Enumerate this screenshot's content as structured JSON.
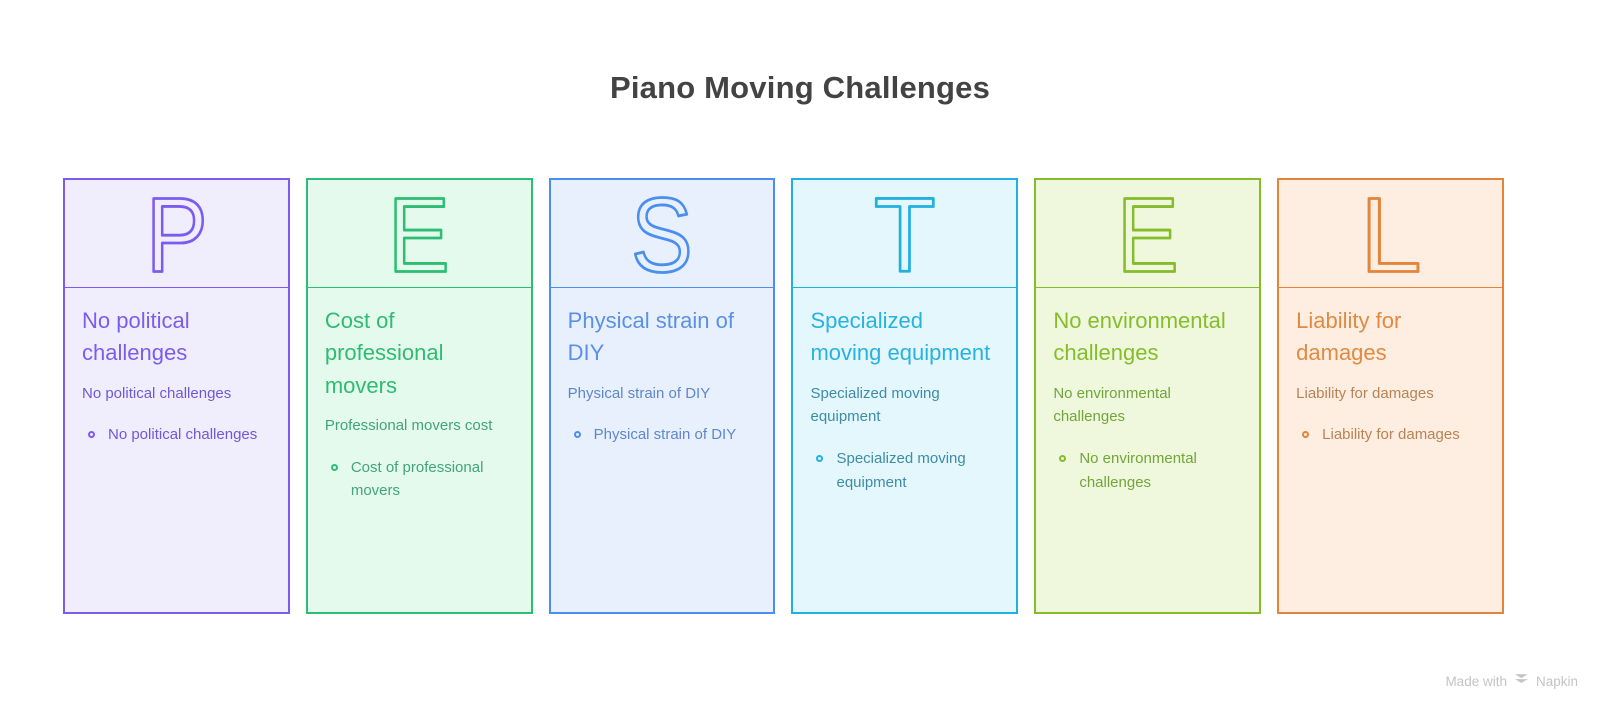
{
  "header": {
    "title": "Piano Moving Challenges"
  },
  "footer": {
    "made_with": "Made with",
    "brand": "Napkin",
    "logo_icon": "napkin-logo-icon",
    "color": "#c4c4c4"
  },
  "cards": [
    {
      "letter": "P",
      "title": "No political challenges",
      "description": "No political challenges",
      "bullets": [
        "No political challenges"
      ],
      "accent": "#7c5cf0",
      "accent_text": "#7b5cf0",
      "body_text": "#7158d6",
      "bg": "#f0edfd"
    },
    {
      "letter": "E",
      "title": "Cost of professional movers",
      "description": "Professional movers cost",
      "bullets": [
        "Cost of professional movers"
      ],
      "accent": "#2cbe72",
      "accent_text": "#2fbc72",
      "body_text": "#43a577",
      "bg": "#e3faed"
    },
    {
      "letter": "S",
      "title": "Physical strain of DIY",
      "description": "Physical strain of DIY",
      "bullets": [
        "Physical strain of DIY"
      ],
      "accent": "#4a8ef0",
      "accent_text": "#5a90e8",
      "body_text": "#5d87cd",
      "bg": "#e9f0fd"
    },
    {
      "letter": "T",
      "title": "Specialized moving equipment",
      "description": "Specialized moving equipment",
      "bullets": [
        "Specialized moving equipment"
      ],
      "accent": "#22b0e0",
      "accent_text": "#28b2e2",
      "body_text": "#3d8ca8",
      "bg": "#e4f7fd"
    },
    {
      "letter": "E",
      "title": "No environmental challenges",
      "description": "No environmental challenges",
      "bullets": [
        "No environmental challenges"
      ],
      "accent": "#84bc2a",
      "accent_text": "#86bd2d",
      "body_text": "#72a53a",
      "bg": "#eff8dd"
    },
    {
      "letter": "L",
      "title": "Liability for damages",
      "description": "Liability for damages",
      "bullets": [
        "Liability for damages"
      ],
      "accent": "#e2853a",
      "accent_text": "#e28a41",
      "body_text": "#b98355",
      "bg": "#fdeee1"
    }
  ]
}
